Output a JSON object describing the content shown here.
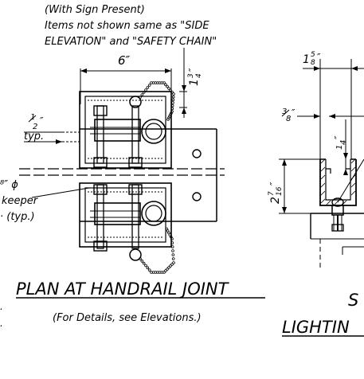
{
  "notes": {
    "line1": "(With Sign Present)",
    "line2": "Items not shown same as \"SIDE",
    "line3": "ELEVATION\" and \"SAFETY CHAIN\""
  },
  "dimensions": {
    "width_6": "6″",
    "right_1_3_4_whole": "1",
    "right_1_3_4_num": "3",
    "right_1_3_4_den": "4",
    "right_1_3_4_mark": "″",
    "half_num": "1",
    "half_den": "2",
    "half_mark": "″",
    "typ": "typ.",
    "top_1_5_8_whole": "1",
    "top_1_5_8_num": "5",
    "top_1_5_8_den": "8",
    "top_1_5_8_mark": "″",
    "three_eighths_num": "3",
    "three_eighths_den": "8",
    "three_eighths_mark": "″",
    "quarter_num": "1",
    "quarter_den": "4",
    "quarter_mark": "″",
    "seven_16_whole": "2",
    "seven_16_num": "7",
    "seven_16_den": "16",
    "seven_16_mark": "″"
  },
  "left_callout": {
    "line1_frac": "⁸″ ϕ",
    "line2": "keeper",
    "line3": "· (typ.)"
  },
  "titles": {
    "plan": "PLAN AT HANDRAIL JOINT",
    "plan_sub": "(For Details, see Elevations.)",
    "right_partial_s": "S",
    "right_partial": "LIGHTIN"
  }
}
